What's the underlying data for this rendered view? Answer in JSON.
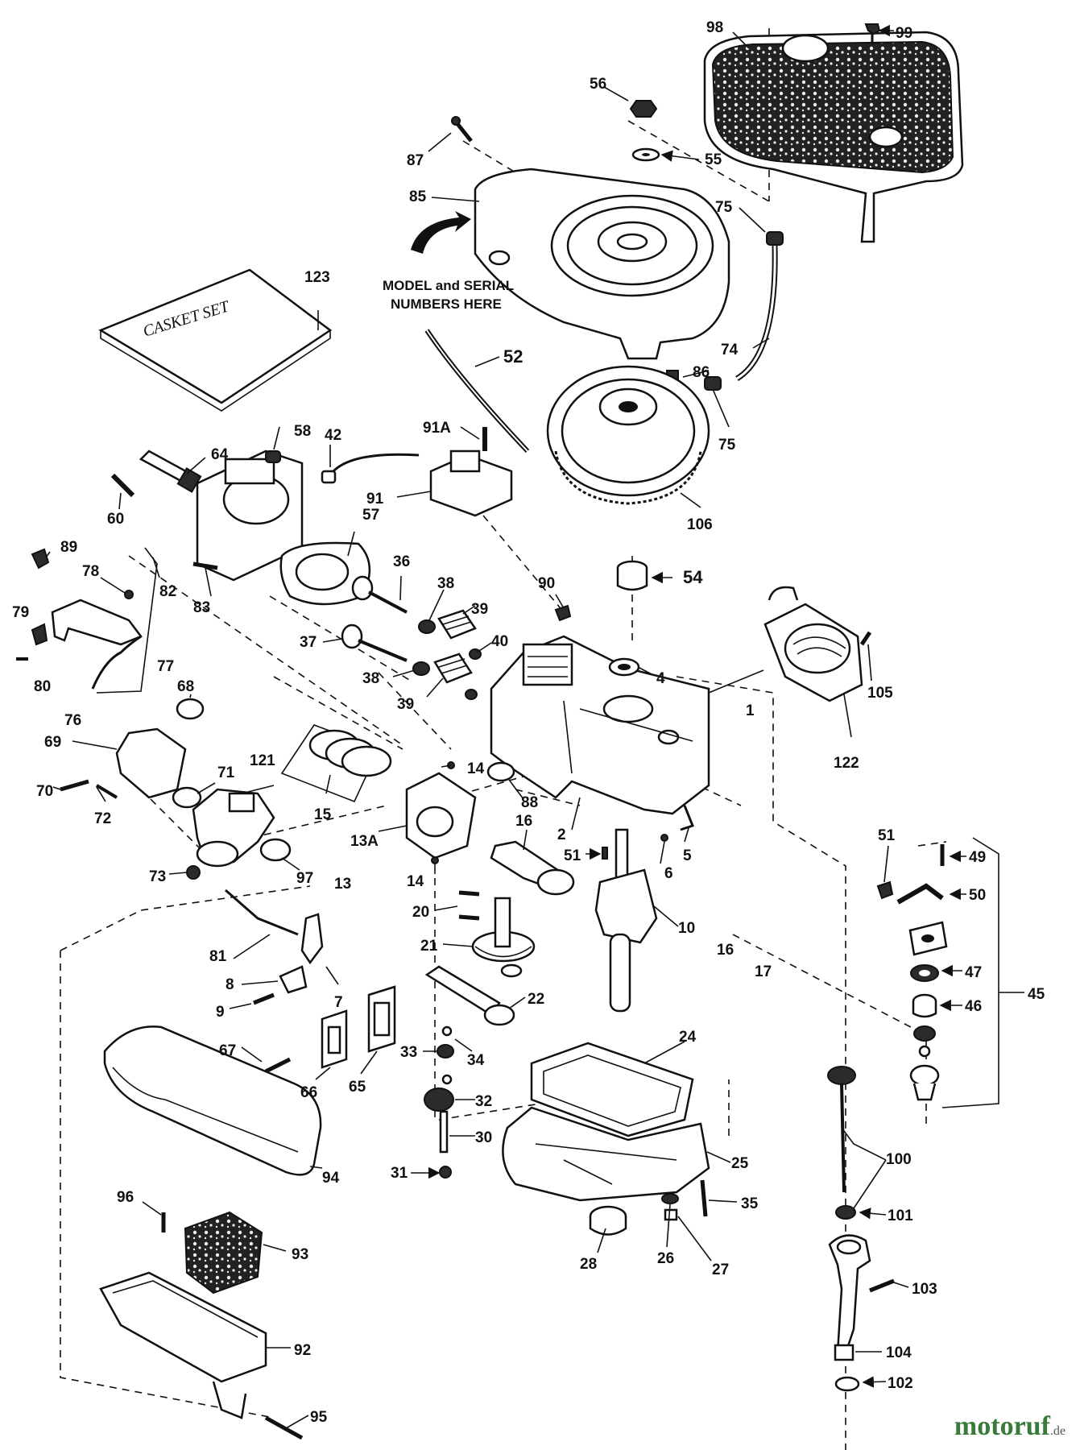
{
  "notes": {
    "model_serial": [
      "MODEL and SERIAL",
      "NUMBERS HERE"
    ],
    "gasket_set": "CASKET SET"
  },
  "watermark": {
    "name": "motoruf",
    "suffix": ".de",
    "color": "#3a7a3a"
  },
  "part_labels": [
    "1",
    "2",
    "4",
    "5",
    "6",
    "7",
    "8",
    "9",
    "10",
    "13",
    "13A",
    "14",
    "14",
    "15",
    "16",
    "16",
    "17",
    "20",
    "21",
    "22",
    "24",
    "25",
    "26",
    "27",
    "28",
    "30",
    "31",
    "32",
    "33",
    "34",
    "35",
    "36",
    "37",
    "38",
    "38",
    "39",
    "39",
    "40",
    "42",
    "45",
    "46",
    "47",
    "49",
    "50",
    "51",
    "52",
    "54",
    "55",
    "56",
    "57",
    "58",
    "60",
    "64",
    "65",
    "66",
    "67",
    "68",
    "69",
    "70",
    "71",
    "72",
    "73",
    "74",
    "75",
    "75",
    "76",
    "77",
    "78",
    "79",
    "80",
    "81",
    "82",
    "83",
    "85",
    "86",
    "87",
    "88",
    "89",
    "90",
    "91",
    "91A",
    "92",
    "93",
    "94",
    "95",
    "96",
    "97",
    "98",
    "99",
    "100",
    "101",
    "102",
    "103",
    "104",
    "105",
    "106",
    "121",
    "122",
    "123"
  ]
}
